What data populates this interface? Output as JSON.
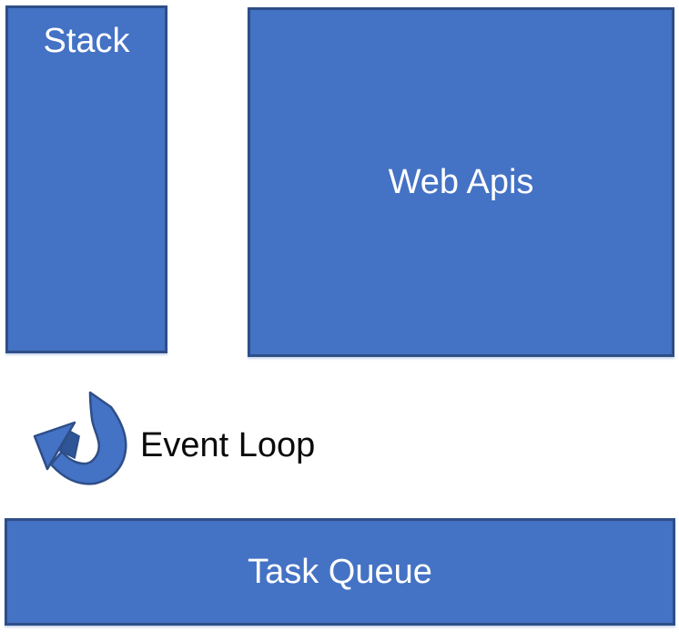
{
  "diagram": {
    "background": "#ffffff",
    "boxes": {
      "stack": {
        "label": "Stack"
      },
      "web_apis": {
        "label": "Web Apis"
      },
      "task_queue": {
        "label": "Task Queue"
      }
    },
    "event_loop": {
      "label": "Event Loop",
      "icon": "curved-arrow-icon"
    },
    "colors": {
      "box_fill": "#4472C4",
      "box_border": "#2E4E87",
      "box_label_text": "#FFFFFF",
      "event_loop_text": "#0A0A0A",
      "arrow_fill": "#4472C4",
      "arrow_fold": "#2F5597",
      "arrow_outline": "#2E4E87"
    }
  }
}
